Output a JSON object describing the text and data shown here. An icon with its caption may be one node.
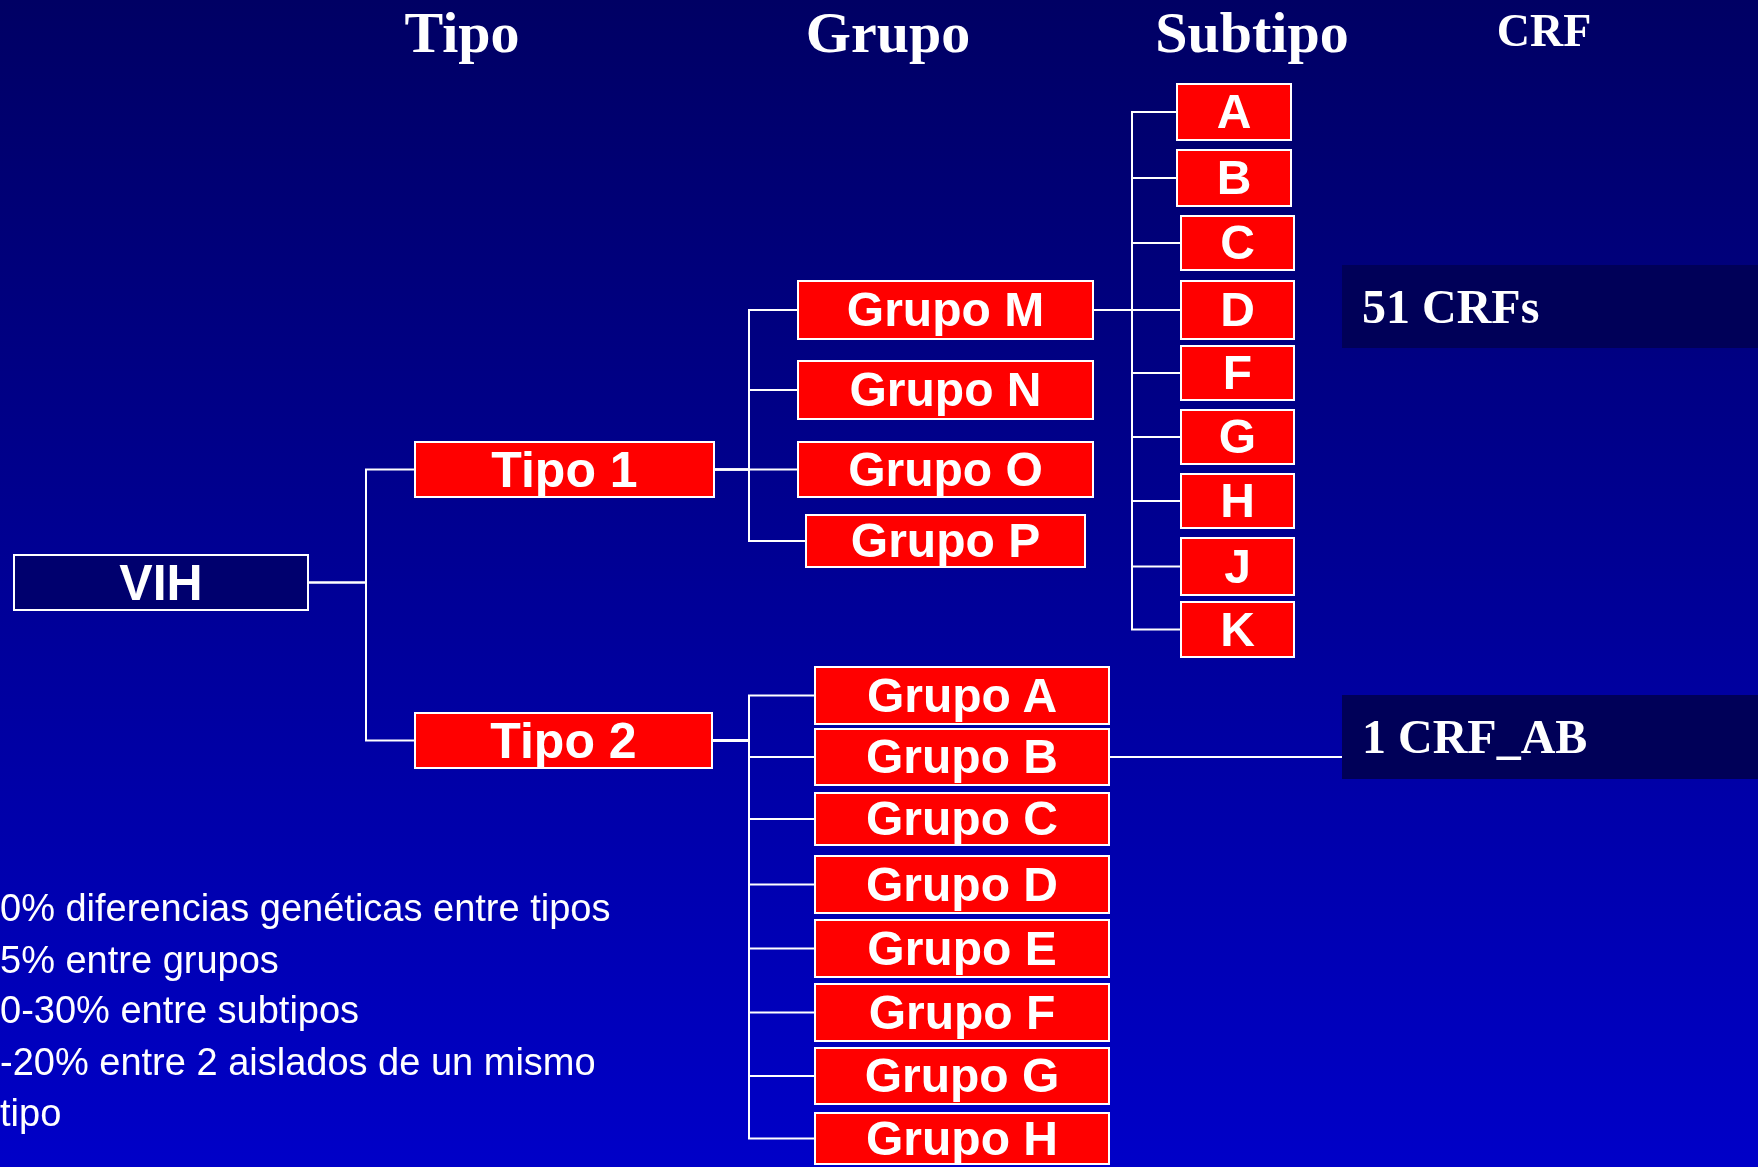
{
  "diagram": {
    "nodes": [
      {
        "text": [
          "VIH"
        ]
      },
      {
        "text": [
          "Tipo 1"
        ]
      },
      {
        "text": [
          "Tipo 2"
        ]
      },
      {
        "text": [
          "Grupo M"
        ]
      },
      {
        "text": [
          "Grupo N"
        ]
      },
      {
        "text": [
          "Grupo O"
        ]
      },
      {
        "text": [
          "Grupo P"
        ]
      },
      {
        "text": [
          "A"
        ]
      },
      {
        "text": [
          "B"
        ]
      },
      {
        "text": [
          "C"
        ]
      },
      {
        "text": [
          "D"
        ]
      },
      {
        "text": [
          "F"
        ]
      },
      {
        "text": [
          "G"
        ]
      },
      {
        "text": [
          "H"
        ]
      },
      {
        "text": [
          "J"
        ]
      },
      {
        "text": [
          "K"
        ]
      },
      {
        "text": [
          "Grupo A"
        ]
      },
      {
        "text": [
          "Grupo B"
        ]
      },
      {
        "text": [
          "Grupo C"
        ]
      },
      {
        "text": [
          "Grupo D"
        ]
      },
      {
        "text": [
          "Grupo E"
        ]
      },
      {
        "text": [
          "Grupo F"
        ]
      },
      {
        "text": [
          "Grupo G"
        ]
      },
      {
        "text": [
          "Grupo H"
        ]
      },
      {
        "text": [
          "51 CRFs"
        ]
      },
      {
        "text": [
          "1 CRF_AB"
        ]
      }
    ],
    "edges": [
      {
        "from": 0,
        "to": 1,
        "arrow": "none"
      },
      {
        "from": 0,
        "to": 2,
        "arrow": "none"
      },
      {
        "from": 1,
        "to": 3,
        "arrow": "none"
      },
      {
        "from": 1,
        "to": 4,
        "arrow": "none"
      },
      {
        "from": 1,
        "to": 5,
        "arrow": "none"
      },
      {
        "from": 1,
        "to": 6,
        "arrow": "none"
      },
      {
        "from": 3,
        "to": 7,
        "arrow": "none"
      },
      {
        "from": 3,
        "to": 8,
        "arrow": "none"
      },
      {
        "from": 3,
        "to": 9,
        "arrow": "none"
      },
      {
        "from": 3,
        "to": 10,
        "arrow": "none"
      },
      {
        "from": 3,
        "to": 11,
        "arrow": "none"
      },
      {
        "from": 3,
        "to": 12,
        "arrow": "none"
      },
      {
        "from": 3,
        "to": 13,
        "arrow": "none"
      },
      {
        "from": 3,
        "to": 14,
        "arrow": "none"
      },
      {
        "from": 3,
        "to": 15,
        "arrow": "none"
      },
      {
        "from": 2,
        "to": 16,
        "arrow": "none"
      },
      {
        "from": 2,
        "to": 17,
        "arrow": "none"
      },
      {
        "from": 2,
        "to": 18,
        "arrow": "none"
      },
      {
        "from": 2,
        "to": 19,
        "arrow": "none"
      },
      {
        "from": 2,
        "to": 20,
        "arrow": "none"
      },
      {
        "from": 2,
        "to": 21,
        "arrow": "none"
      },
      {
        "from": 2,
        "to": 22,
        "arrow": "none"
      },
      {
        "from": 2,
        "to": 23,
        "arrow": "none"
      },
      {
        "from": 17,
        "to": 25,
        "arrow": "none"
      }
    ],
    "labels": [
      "Tipo",
      "Grupo",
      "Subtipo",
      "CRF",
      "0% diferencias genéticas entre tipos",
      "5% entre grupos",
      "0-30% entre subtipos",
      "-20% entre 2 aislados de un mismo",
      "tipo"
    ]
  }
}
